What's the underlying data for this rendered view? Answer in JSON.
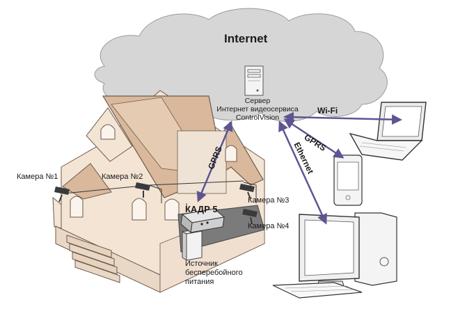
{
  "cloud": {
    "title": "Internet"
  },
  "server": {
    "lines": [
      "Сервер",
      "Интернет видеосервиса",
      "ControlVision"
    ]
  },
  "links": {
    "wifi": "Wi-Fi",
    "gprs_laptop": "GPRS",
    "ethernet": "Ethernet",
    "gprs_house": "GPRS"
  },
  "cameras": {
    "cam1": "Камера №1",
    "cam2": "Камера №2",
    "cam3": "Камера №3",
    "cam4": "Камера №4"
  },
  "device": {
    "name": "КАДР 5"
  },
  "ups": {
    "lines": [
      "Источник",
      "бесперебойного",
      "питания"
    ]
  },
  "colors": {
    "cloud": "#d6d6d6",
    "roof": "#d9b89c",
    "wall": "#f3e4d4",
    "arrow": "#5c5592"
  }
}
